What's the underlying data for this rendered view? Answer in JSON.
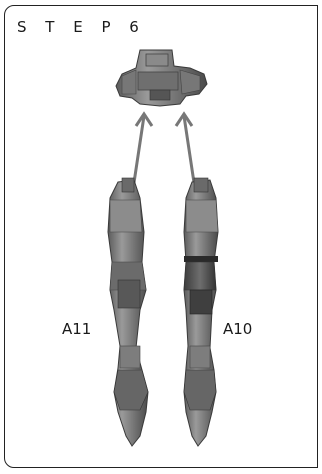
{
  "step": {
    "title": "S T E P   6"
  },
  "parts": {
    "left_leg_label": "A11",
    "right_leg_label": "A10"
  },
  "icons": {
    "torso": "torso-piece",
    "left_leg": "leg-piece-left",
    "right_leg": "leg-piece-right",
    "arrow": "arrow-up"
  }
}
